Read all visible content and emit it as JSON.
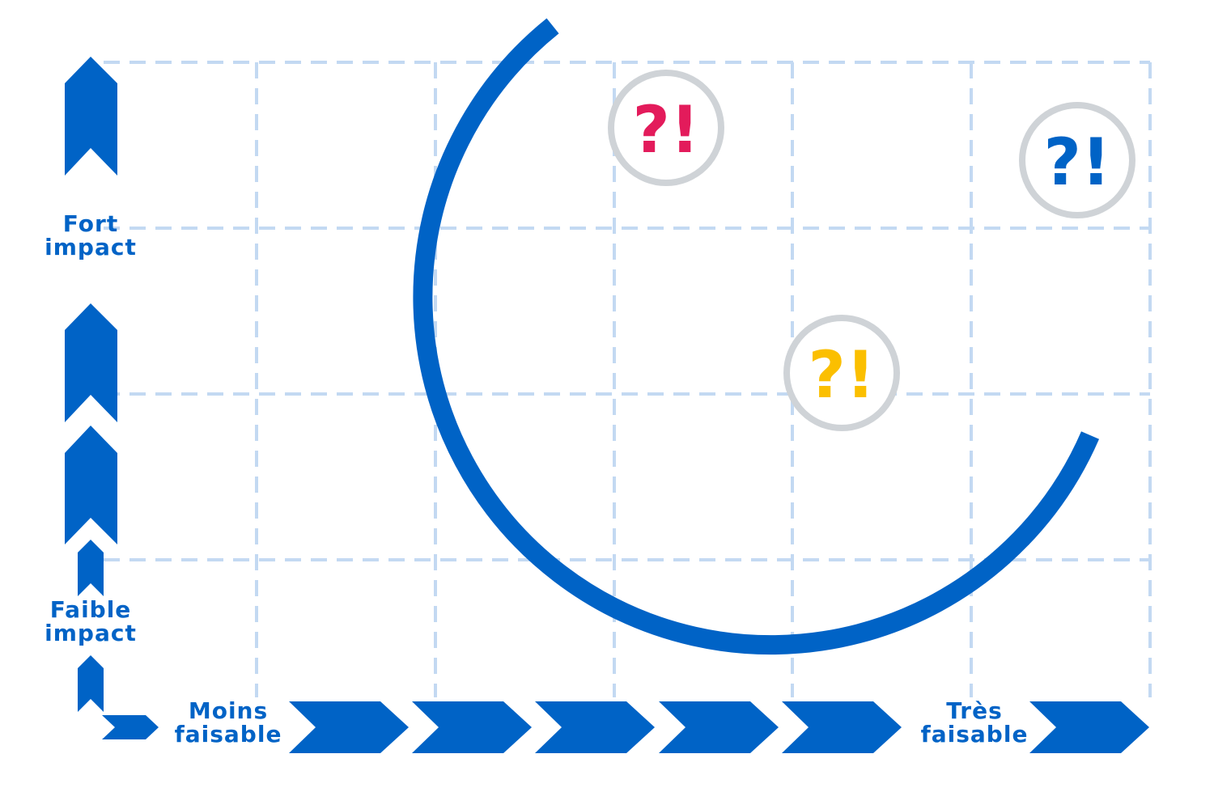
{
  "colors": {
    "primary": "#0063c6",
    "grid": "#c3d9f2",
    "ring": "#cfd3d7",
    "red": "#e31b5b",
    "blue": "#0063c6",
    "yellow": "#fbbf00"
  },
  "y_axis": {
    "high_label": [
      "Fort",
      "impact"
    ],
    "low_label": [
      "Faible",
      "impact"
    ]
  },
  "x_axis": {
    "low_label": [
      "Moins",
      "faisable"
    ],
    "high_label": [
      "Très",
      "faisable"
    ]
  },
  "markers": [
    {
      "glyph": "?!",
      "color": "red"
    },
    {
      "glyph": "?!",
      "color": "blue"
    },
    {
      "glyph": "?!",
      "color": "yellow"
    }
  ]
}
